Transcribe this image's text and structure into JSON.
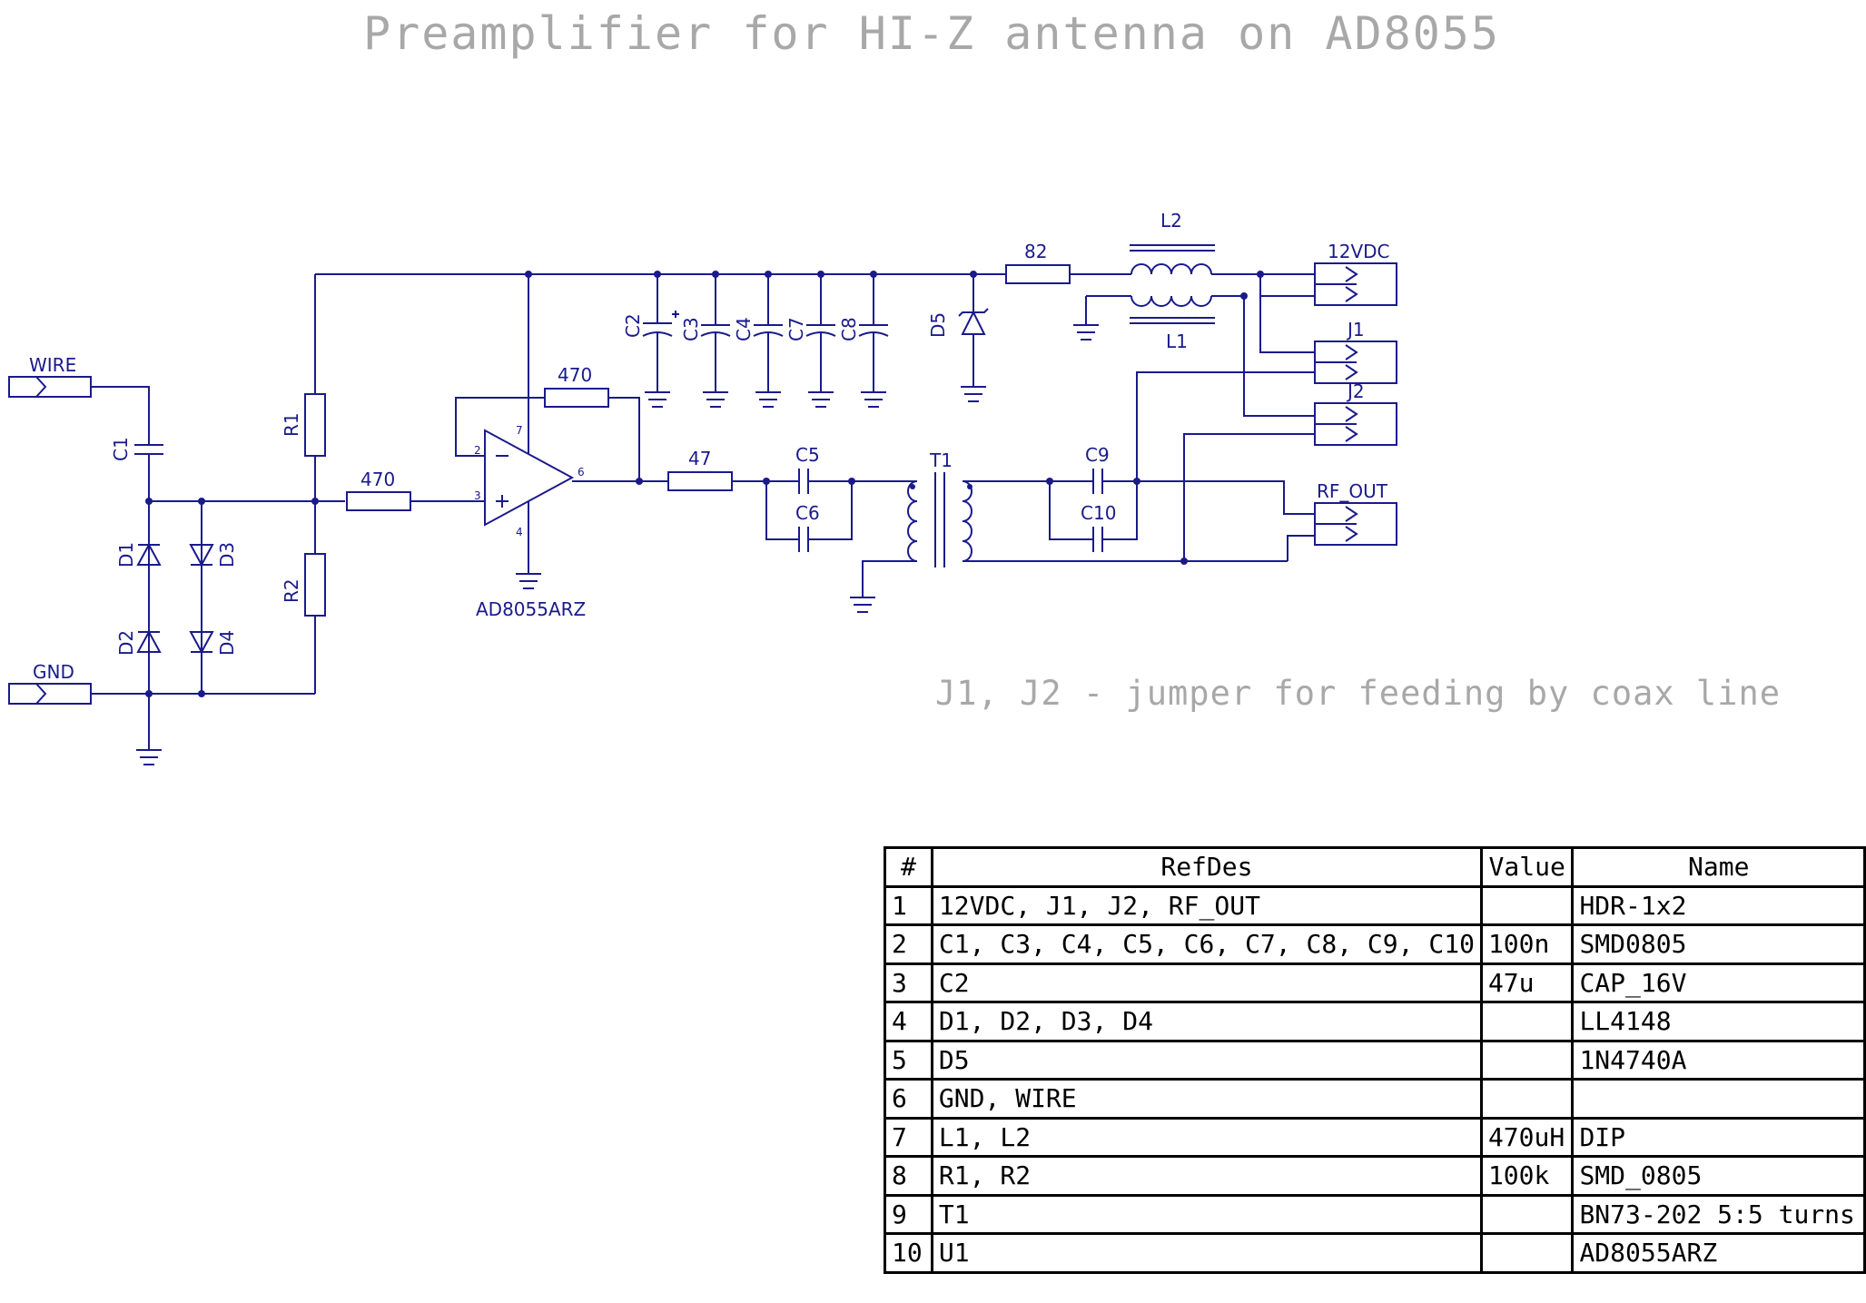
{
  "title": "Preamplifier for HI-Z antenna on AD8055",
  "note": "J1, J2 - jumper for feeding by coax line",
  "colors": {
    "wire": "#1a1a8c",
    "title_text": "#a8a8a8",
    "table_border": "#000000"
  },
  "schematic": {
    "ports": {
      "wire": "WIRE",
      "gnd": "GND",
      "vdc": "12VDC",
      "j1": "J1",
      "j2": "J2",
      "rf_out": "RF_OUT"
    },
    "refs": {
      "c1": "C1",
      "d1": "D1",
      "d2": "D2",
      "d3": "D3",
      "d4": "D4",
      "r1": "R1",
      "r2": "R2",
      "r_in_val": "470",
      "r_fb_val": "470",
      "opamp_label": "AD8055ARZ",
      "pin2": "2",
      "pin3": "3",
      "pin4": "4",
      "pin6": "6",
      "pin7": "7",
      "r_out_val": "47",
      "c5": "C5",
      "c6": "C6",
      "t1": "T1",
      "c9": "C9",
      "c10": "C10",
      "c2": "C2",
      "c3": "C3",
      "c4": "C4",
      "c7": "C7",
      "c8": "C8",
      "d5": "D5",
      "r_ser_val": "82",
      "l1": "L1",
      "l2": "L2"
    }
  },
  "bom": {
    "headers": [
      "#",
      "RefDes",
      "Value",
      "Name"
    ],
    "rows": [
      [
        "1",
        "12VDC, J1, J2, RF_OUT",
        "",
        "HDR-1x2"
      ],
      [
        "2",
        "C1, C3, C4, C5, C6, C7, C8, C9, C10",
        "100n",
        "SMD0805"
      ],
      [
        "3",
        "C2",
        "47u",
        "CAP_16V"
      ],
      [
        "4",
        "D1, D2, D3, D4",
        "",
        "LL4148"
      ],
      [
        "5",
        "D5",
        "",
        "1N4740A"
      ],
      [
        "6",
        "GND, WIRE",
        "",
        ""
      ],
      [
        "7",
        "L1, L2",
        "470uH",
        "DIP"
      ],
      [
        "8",
        "R1, R2",
        "100k",
        "SMD_0805"
      ],
      [
        "9",
        "T1",
        "",
        "BN73-202 5:5 turns"
      ],
      [
        "10",
        "U1",
        "",
        "AD8055ARZ"
      ]
    ]
  }
}
